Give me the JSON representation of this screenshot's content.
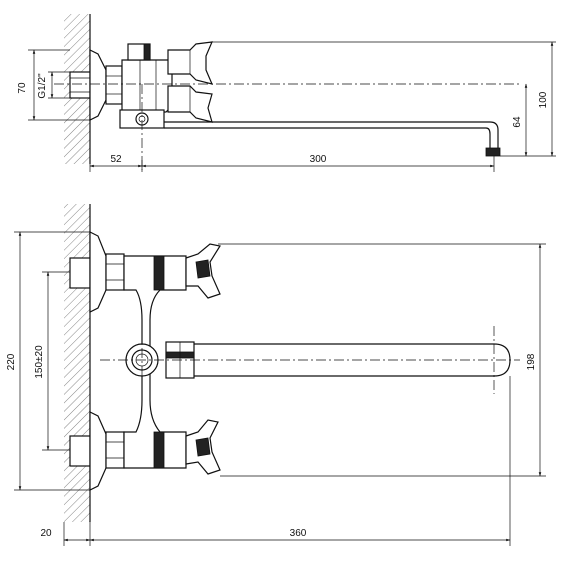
{
  "side_view": {
    "dims": {
      "thread": "G1/2\"",
      "height_70": "70",
      "height_100": "100",
      "height_64": "64",
      "width_52": "52",
      "width_300": "300"
    }
  },
  "front_view": {
    "dims": {
      "height_220": "220",
      "spacing": "150±20",
      "height_198": "198",
      "width_20": "20",
      "width_360": "360"
    }
  }
}
